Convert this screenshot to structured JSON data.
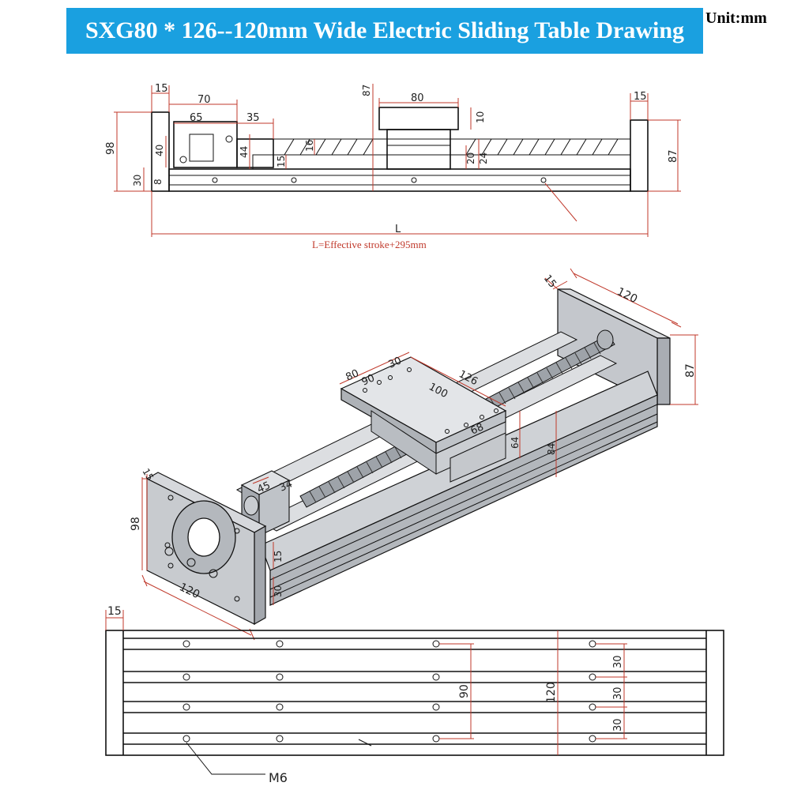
{
  "header": {
    "title": "SXG80 * 126--120mm Wide Electric Sliding Table Drawing",
    "unit": "Unit:mm"
  },
  "colors": {
    "title_bg": "#1aa0e0",
    "dimension_red": "#c0392b",
    "body_gray": "#b8bcc2"
  },
  "side_view": {
    "dims": {
      "d15_left": "15",
      "d70": "70",
      "d65": "65",
      "d35": "35",
      "d98": "98",
      "d40": "40",
      "d44": "44",
      "d30": "30",
      "d8": "8",
      "d16": "16",
      "d15_mid": "15",
      "d87_top": "87",
      "d80": "80",
      "d10": "10",
      "d20": "20",
      "d24": "24",
      "d15_right": "15",
      "d87_right": "87",
      "L": "L"
    },
    "formula": "L=Effective stroke+295mm"
  },
  "iso_view": {
    "dims": {
      "d15_top": "15",
      "d120_top": "120",
      "d87": "87",
      "d80": "80",
      "d30": "30",
      "d90": "90",
      "d126": "126",
      "d100": "100",
      "d68": "68",
      "d64": "64",
      "d84": "84",
      "d15_left": "15",
      "d98": "98",
      "d45": "45",
      "d34": "34",
      "d15_side": "15",
      "d30_side": "30",
      "d120_bottom": "120"
    }
  },
  "bottom_view": {
    "dims": {
      "d15": "15",
      "d90": "90",
      "d120": "120",
      "d30_a": "30",
      "d30_b": "30",
      "d30_c": "30",
      "thread": "M6"
    }
  }
}
